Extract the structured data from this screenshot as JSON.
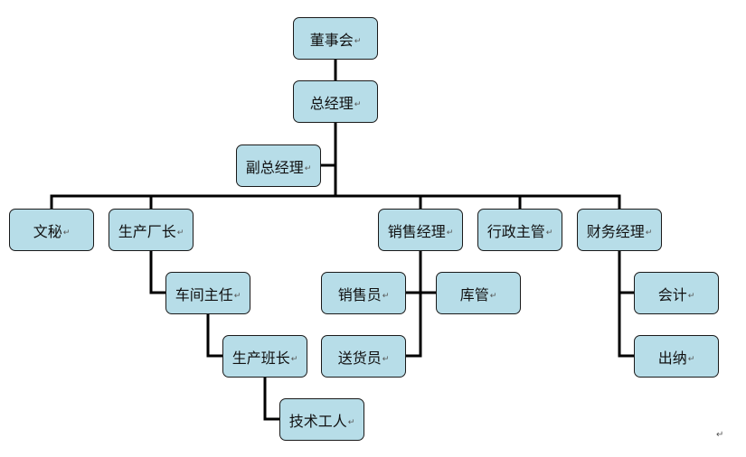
{
  "org_chart": {
    "paragraph_mark": "↵",
    "nodes": {
      "board": {
        "label": "董事会"
      },
      "general_manager": {
        "label": "总经理"
      },
      "deputy_gm": {
        "label": "副总经理"
      },
      "secretary": {
        "label": "文秘"
      },
      "factory_director": {
        "label": "生产厂长"
      },
      "sales_manager": {
        "label": "销售经理"
      },
      "admin_supervisor": {
        "label": "行政主管"
      },
      "finance_manager": {
        "label": "财务经理"
      },
      "workshop_director": {
        "label": "车间主任"
      },
      "team_leader": {
        "label": "生产班长"
      },
      "technician": {
        "label": "技术工人"
      },
      "salesperson": {
        "label": "销售员"
      },
      "warehouse": {
        "label": "库管"
      },
      "delivery": {
        "label": "送货员"
      },
      "accountant": {
        "label": "会计"
      },
      "cashier": {
        "label": "出纳"
      }
    }
  }
}
